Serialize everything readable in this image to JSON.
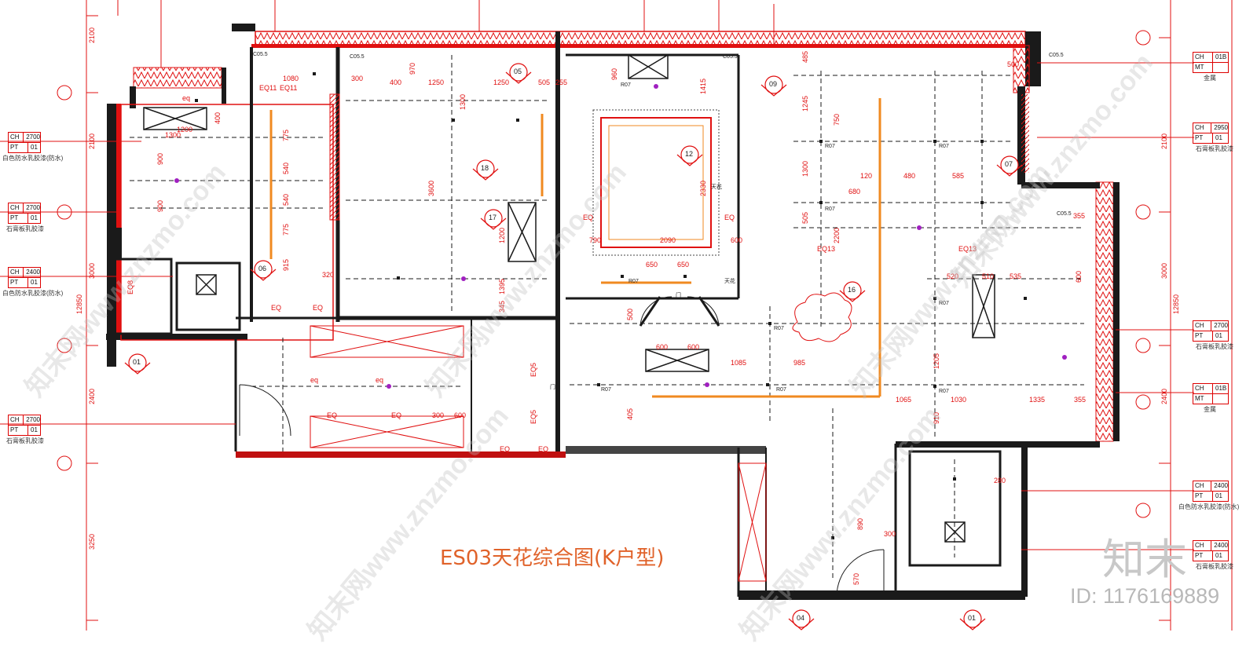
{
  "drawing": {
    "title": "ES03天花综合图(K户型)",
    "brand": "知末",
    "brand_id": "ID: 1176169889",
    "watermark": "知末网www.znzmo.com"
  },
  "left_tags": [
    {
      "ch": "2700",
      "pt": "01",
      "note": "白色防水乳胶漆(防水)"
    },
    {
      "ch": "2700",
      "pt": "01",
      "note": "石膏板乳胶漆"
    },
    {
      "ch": "2400",
      "pt": "01",
      "note": "白色防水乳胶漆(防水)"
    },
    {
      "ch": "2700",
      "pt": "01",
      "note": "石膏板乳胶漆"
    }
  ],
  "right_tags": [
    {
      "ch": "CH",
      "code": "01B",
      "pt": "MT",
      "note": "金属"
    },
    {
      "ch": "2950",
      "code": "01",
      "pt": "PT",
      "note": "石膏板乳胶漆"
    },
    {
      "ch": "2700",
      "code": "01",
      "pt": "PT",
      "note": "石膏板乳胶漆"
    },
    {
      "ch": "CH",
      "code": "01B",
      "pt": "MT",
      "note": "金属"
    },
    {
      "ch": "2400",
      "code": "01",
      "pt": "PT",
      "note": "白色防水乳胶漆(防水)"
    },
    {
      "ch": "2400",
      "code": "01",
      "pt": "PT",
      "note": "石膏板乳胶漆"
    }
  ],
  "left_dims": [
    "2100",
    "2100",
    "3000",
    "12850",
    "2400",
    "3250"
  ],
  "right_dims": [
    "2100",
    "3000",
    "12850",
    "2400"
  ],
  "dims": {
    "d1": "1080",
    "d2": "300",
    "d3": "400",
    "d4": "970",
    "d5": "1250",
    "d6": "1250",
    "d7": "505",
    "d8": "255",
    "d9": "960",
    "d10": "485",
    "d11": "500",
    "d12": "1245",
    "d13": "750",
    "d14": "1300",
    "d15": "120",
    "d16": "480",
    "d17": "585",
    "d18": "680",
    "d19": "505",
    "d20": "2200",
    "d21": "355",
    "d22": "3600",
    "d23": "2090",
    "d24": "790",
    "d25": "600",
    "d26": "650",
    "d27": "650",
    "d28": "520",
    "d29": "510",
    "d30": "535",
    "d31": "600",
    "d32": "600",
    "d33": "1085",
    "d34": "985",
    "d35": "1205",
    "d36": "1065",
    "d37": "1030",
    "d38": "1335",
    "d39": "355",
    "d40": "910",
    "d41": "890",
    "d42": "300",
    "d43": "570",
    "d44": "280",
    "d45": "600",
    "d46": "1300",
    "d47": "900",
    "d48": "900",
    "d49": "540",
    "d50": "540",
    "d51": "775",
    "d52": "775",
    "d53": "915",
    "d54": "320",
    "d55": "1200",
    "d56": "1395",
    "d57": "345",
    "d58": "1300",
    "d59": "300",
    "d60": "600",
    "d61": "400",
    "d62": "1200",
    "d63": "2330",
    "d64": "1415",
    "d65": "405",
    "d66": "500"
  },
  "labels": {
    "eq": "eq",
    "EQ": "EQ",
    "EQ11": "EQ11",
    "EQ13": "EQ13",
    "EQ5": "EQ5",
    "EQ8": "EQ8",
    "R07": "R07",
    "C05": "C05.5",
    "door": "门",
    "ceiling": "天花"
  },
  "section_marks": [
    "01",
    "05",
    "06",
    "09",
    "12",
    "16",
    "17",
    "18",
    "07",
    "04",
    "01"
  ]
}
